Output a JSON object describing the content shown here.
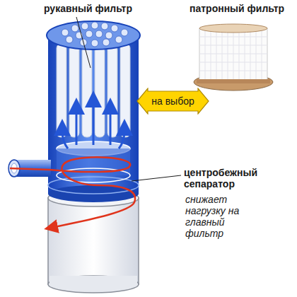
{
  "diagram": {
    "nodes": [
      {
        "text": [
          "на выбор"
        ]
      }
    ],
    "labels": [
      "рукавный фильтр",
      "патронный фильтр",
      "центробежный сепаратор",
      "снижает нагрузку на главный фильтр"
    ]
  }
}
